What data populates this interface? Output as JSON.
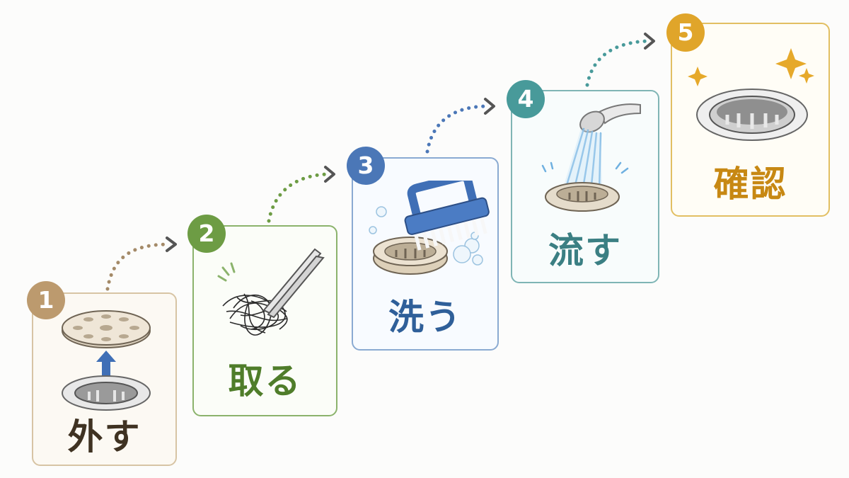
{
  "steps": [
    {
      "number": "1",
      "label": "外す",
      "color": "#bc9a6e"
    },
    {
      "number": "2",
      "label": "取る",
      "color": "#6d9c44"
    },
    {
      "number": "3",
      "label": "洗う",
      "color": "#4b77b7"
    },
    {
      "number": "4",
      "label": "流す",
      "color": "#489a9a"
    },
    {
      "number": "5",
      "label": "確認",
      "color": "#e0a52a"
    }
  ],
  "illustrations": [
    "drain-cover-lift-icon",
    "tweezers-hair-icon",
    "scrub-brush-icon",
    "shower-rinse-icon",
    "clean-drain-sparkle-icon"
  ]
}
